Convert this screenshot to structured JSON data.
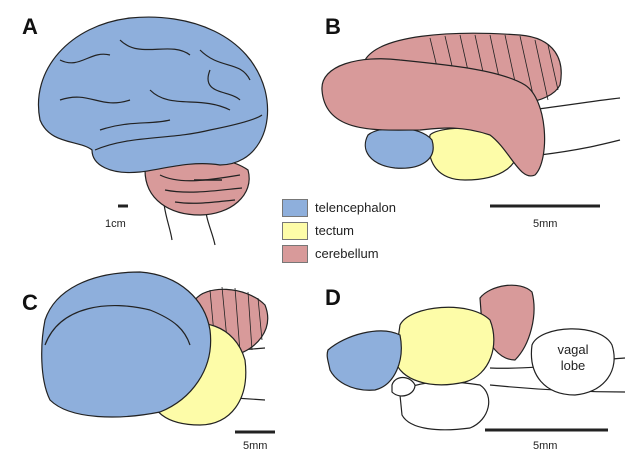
{
  "panels": {
    "a": {
      "label": "A",
      "scale": "1cm"
    },
    "b": {
      "label": "B",
      "scale": "5mm"
    },
    "c": {
      "label": "C",
      "scale": "5mm"
    },
    "d": {
      "label": "D",
      "scale": "5mm",
      "annotation": "vagal lobe"
    }
  },
  "legend": [
    {
      "label": "telencephalon",
      "color": "#8eafdc"
    },
    {
      "label": "tectum",
      "color": "#fdfca8"
    },
    {
      "label": "cerebellum",
      "color": "#d89a9a"
    }
  ]
}
